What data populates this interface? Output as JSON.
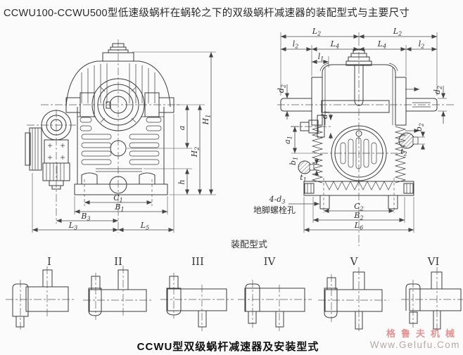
{
  "header": {
    "title": "CCWU100-CCWU500型低速级蜗杆在蜗轮之下的双级蜗杆减速器的装配型式与主要尺寸"
  },
  "front_view": {
    "dims": {
      "H1": {
        "b": "H",
        "s": "1"
      },
      "H2": {
        "b": "H",
        "s": "2"
      },
      "a": {
        "b": "a",
        "s": ""
      },
      "h": {
        "b": "h",
        "s": ""
      },
      "C1": {
        "b": "C",
        "s": "1"
      },
      "B1": {
        "b": "B",
        "s": "1"
      },
      "B3": {
        "b": "B",
        "s": "3"
      },
      "L3": {
        "b": "L",
        "s": "3"
      },
      "L5": {
        "b": "L",
        "s": "5"
      }
    }
  },
  "side_view": {
    "dims": {
      "L2": {
        "b": "L",
        "s": "2"
      },
      "l2": {
        "b": "l",
        "s": "2"
      },
      "L4": {
        "b": "L",
        "s": "4"
      },
      "l1": {
        "b": "l",
        "s": "1"
      },
      "d2": {
        "b": "d",
        "s": "2"
      },
      "d1": {
        "b": "d",
        "s": "1"
      },
      "a1": {
        "b": "a",
        "s": "1"
      },
      "b1": {
        "b": "b",
        "s": "1"
      },
      "t1": {
        "b": "t",
        "s": "1"
      },
      "b2": {
        "b": "b",
        "s": "2"
      },
      "t2": {
        "b": "t",
        "s": "2"
      },
      "d3_callout": {
        "b": "4-d",
        "s": "3"
      },
      "C2": {
        "b": "C",
        "s": "2"
      },
      "B2": {
        "b": "B",
        "s": "2"
      },
      "L6": {
        "b": "L",
        "s": "6"
      },
      "anchor_bolt_note": "地脚螺栓孔"
    }
  },
  "assembly": {
    "section_label": "装配型式",
    "items": [
      {
        "numeral": "I"
      },
      {
        "numeral": "II"
      },
      {
        "numeral": "III"
      },
      {
        "numeral": "IV"
      },
      {
        "numeral": "V"
      },
      {
        "numeral": "VI"
      }
    ]
  },
  "footer": {
    "caption": "CCWU型双级蜗杆减速器及安装型式"
  },
  "watermark": {
    "line1": "格鲁夫机械",
    "line2": "Www.Gelufu.Com"
  }
}
